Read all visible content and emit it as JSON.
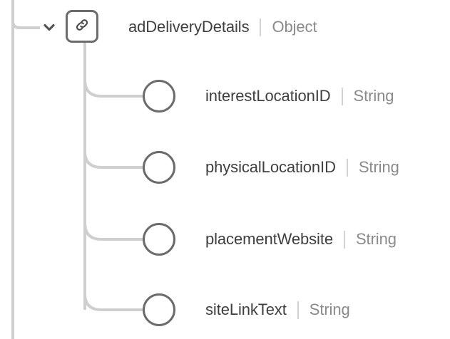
{
  "colors": {
    "background": "#ffffff",
    "node_stroke": "#6b6b6b",
    "wire": "#cfcfcf",
    "name_text": "#3f3f3f",
    "type_text": "#8a8a8a",
    "separator": "#d2d2d2",
    "chevron": "#555555"
  },
  "tree": {
    "parent": {
      "name": "adDeliveryDetails",
      "type": "Object",
      "separator": "|",
      "expanded": true,
      "icon": "link-icon",
      "chevron_icon": "chevron-down-icon"
    },
    "children": [
      {
        "name": "interestLocationID",
        "type": "String",
        "separator": "|"
      },
      {
        "name": "physicalLocationID",
        "type": "String",
        "separator": "|"
      },
      {
        "name": "placementWebsite",
        "type": "String",
        "separator": "|"
      },
      {
        "name": "siteLinkText",
        "type": "String",
        "separator": "|"
      }
    ]
  }
}
